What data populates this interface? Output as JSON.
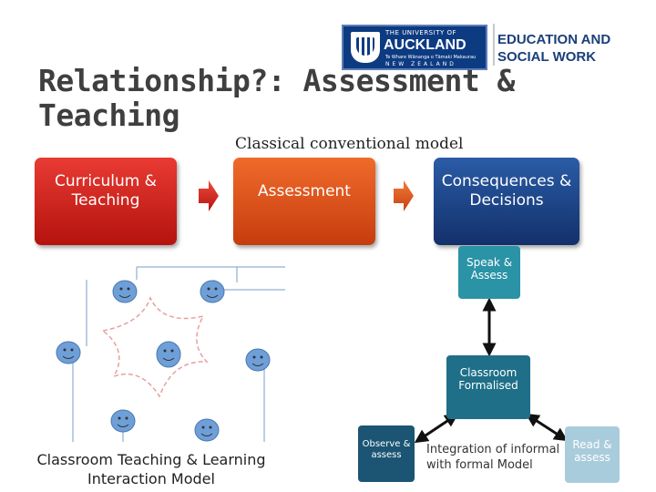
{
  "header": {
    "university_logo": {
      "line1": "THE UNIVERSITY OF",
      "line2": "AUCKLAND",
      "line3": "Te Whare Wānanga o Tāmaki Makaurau",
      "line4": "NEW ZEALAND"
    },
    "faculty_line1": "EDUCATION AND",
    "faculty_line2": "SOCIAL WORK"
  },
  "title": {
    "line1": "Relationship?: Assessment &",
    "line2": "Teaching",
    "subtitle": "Classical conventional model"
  },
  "flow": {
    "box1": "Curriculum & Teaching",
    "box2": "Assessment",
    "box3": "Consequences & Decisions"
  },
  "model": {
    "speak": "Speak & Assess",
    "classroom": "Classroom Formalised",
    "observe": "Observe & assess",
    "read": "Read & assess",
    "integration": "Integration of informal with formal Model"
  },
  "interaction": {
    "caption": "Classroom Teaching & Learning Interaction Model"
  },
  "colors": {
    "red": "#c81a14",
    "orange": "#dc4f1c",
    "navy": "#1b3f80",
    "teal": "#1e6f87"
  }
}
